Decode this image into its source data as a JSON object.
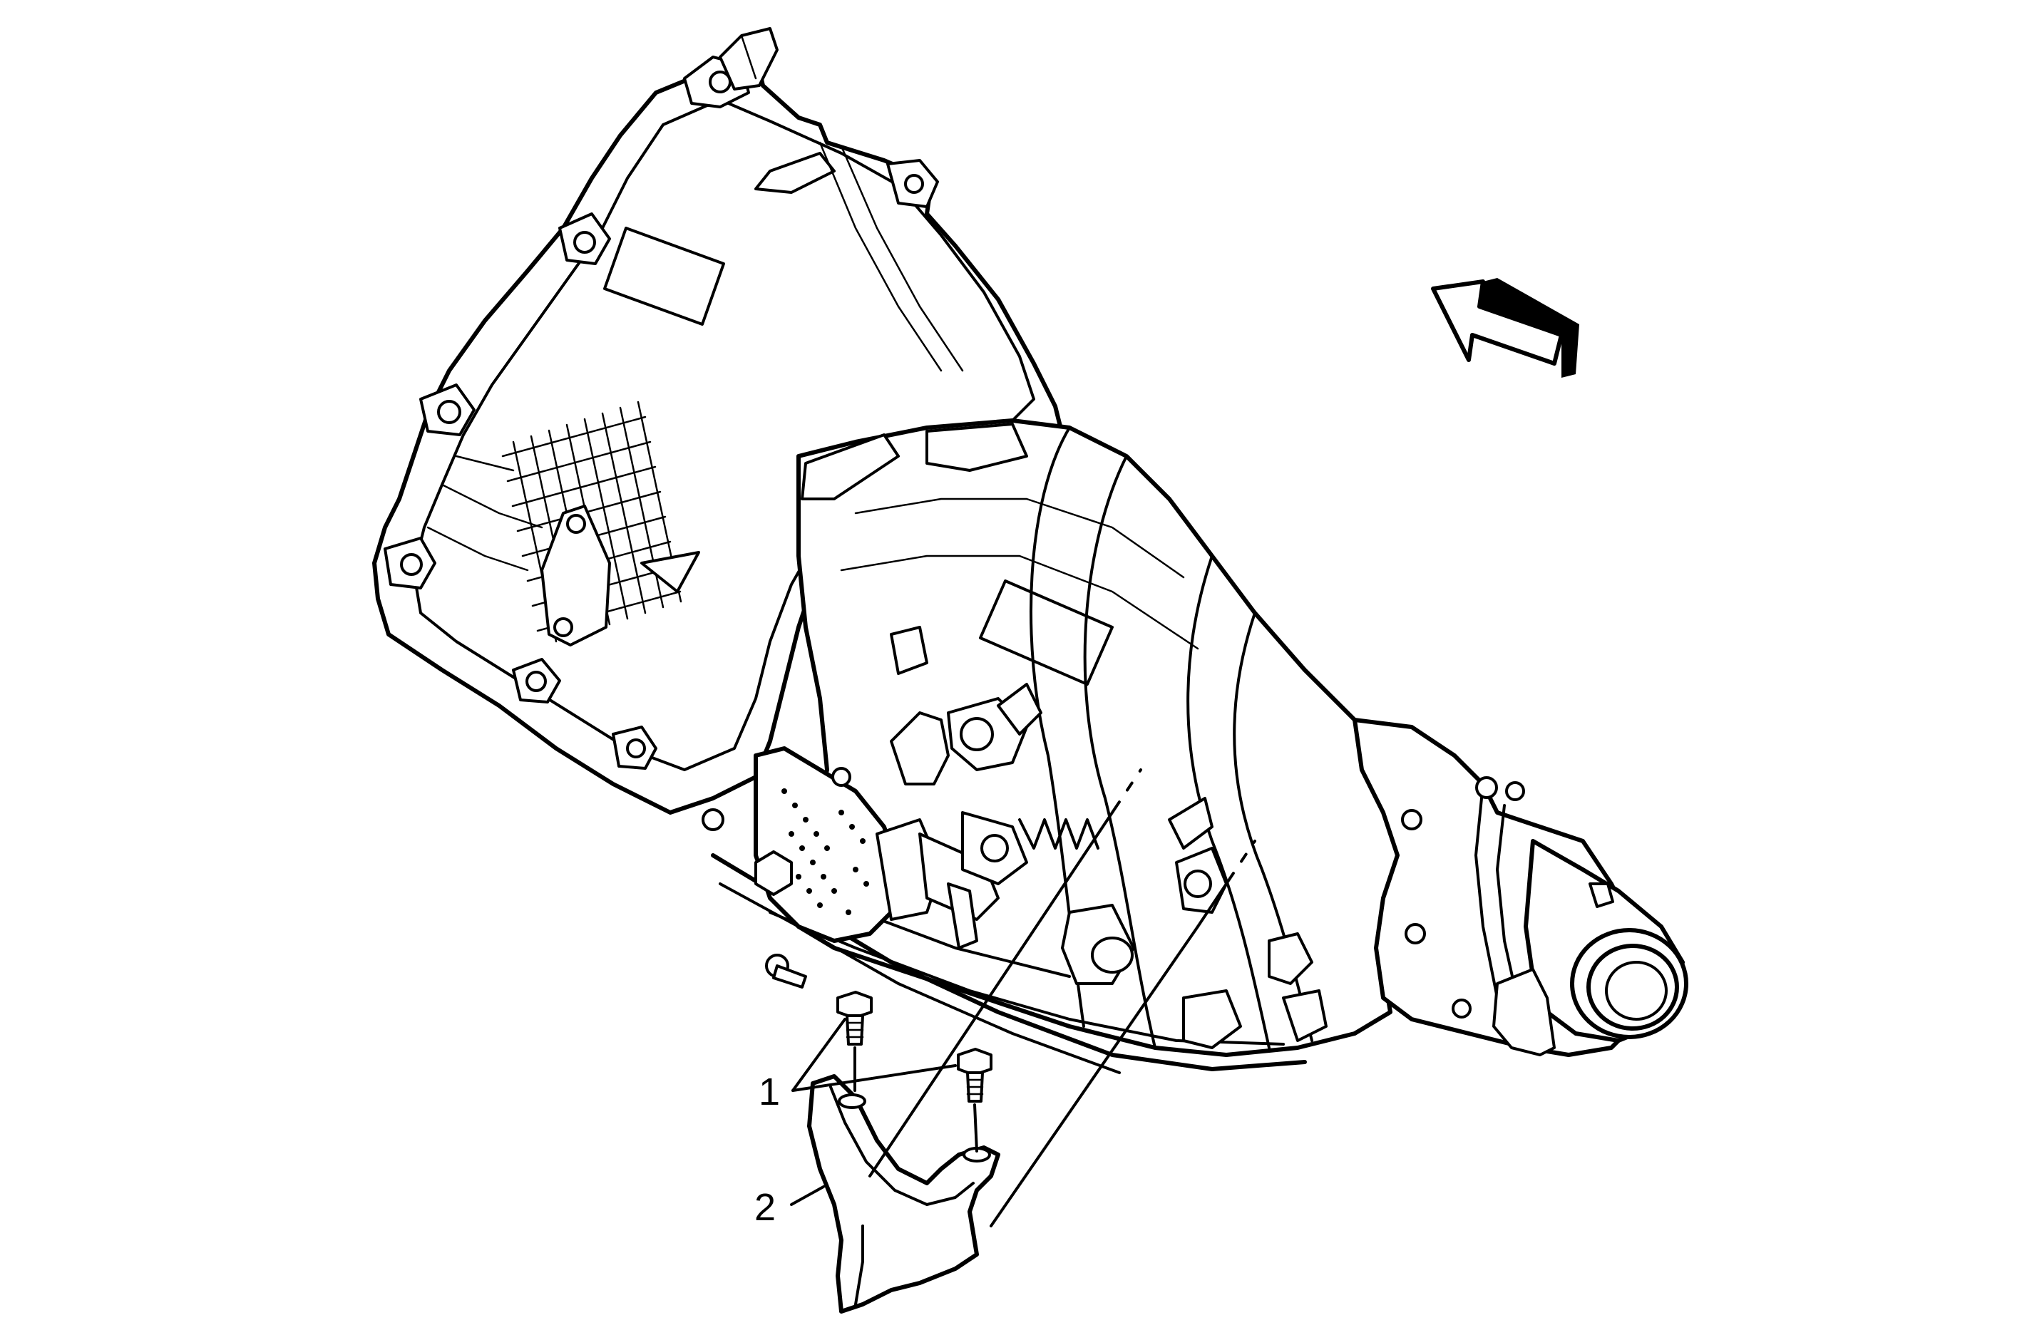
{
  "callouts": [
    {
      "id": "1",
      "label": "1"
    },
    {
      "id": "2",
      "label": "2"
    }
  ],
  "icons": {
    "orientation_arrow": "front-direction-arrow-icon"
  },
  "colors": {
    "line": "#000000",
    "background": "#ffffff"
  }
}
